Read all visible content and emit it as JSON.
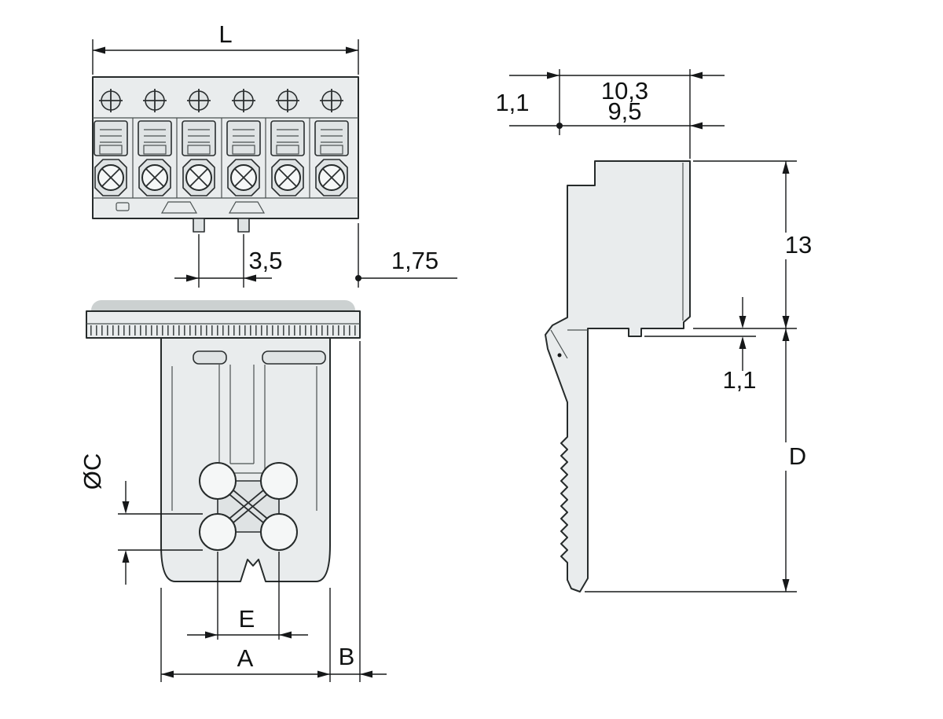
{
  "drawing": {
    "background": "#ffffff",
    "line_color": "#161819",
    "part_fill": "#e9eced",
    "labels": {
      "length": "L",
      "pitch": "3,5",
      "edge_offset": "1,75",
      "contact_diameter": "ØC",
      "contact_spacing": "E",
      "body_width": "A",
      "flange_overhang": "B",
      "latch_offset": "1,1",
      "depth_outer": "10,3",
      "depth_inner": "9,5",
      "upper_height": "13",
      "step_height": "1,1",
      "total_depth": "D"
    }
  }
}
